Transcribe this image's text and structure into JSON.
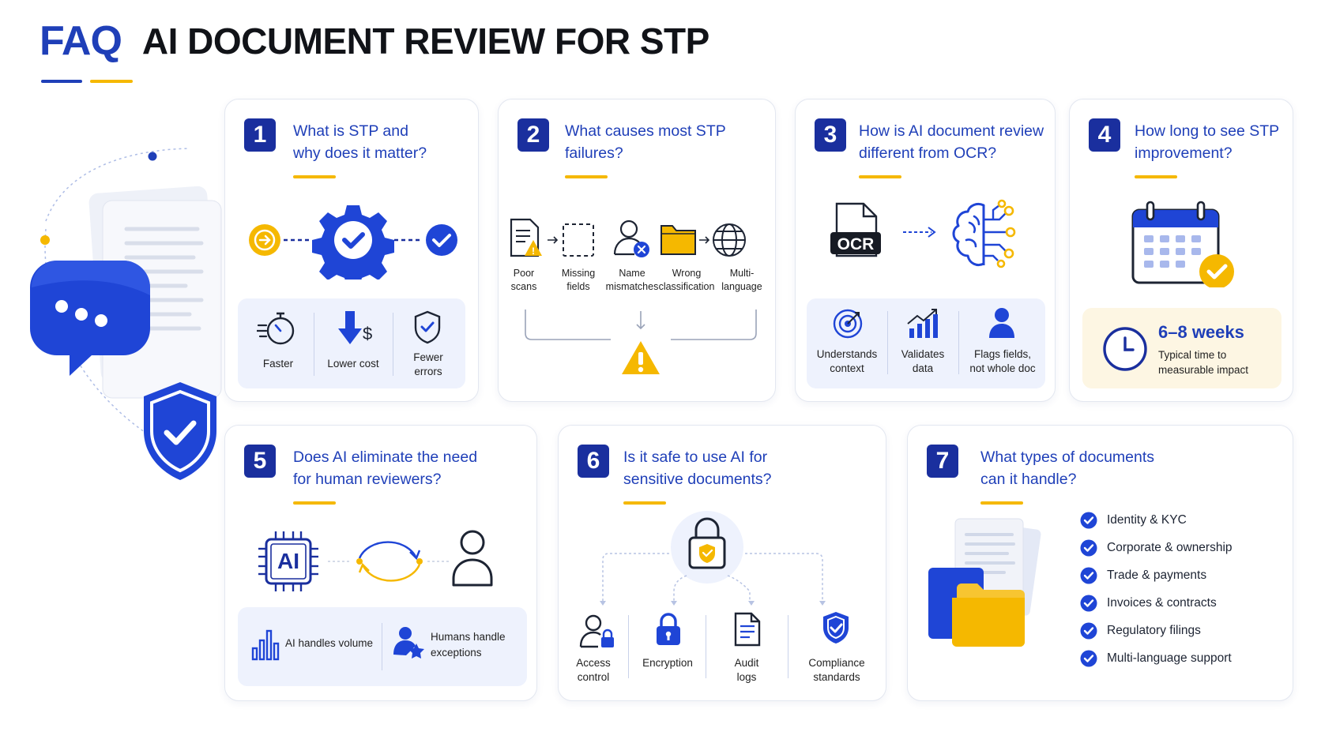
{
  "header": {
    "faq": "FAQ",
    "title": "AI DOCUMENT REVIEW FOR STP"
  },
  "colors": {
    "primary_blue": "#1f3fb8",
    "accent_yellow": "#f5b800",
    "panel_bg": "#eef2fd"
  },
  "cards": [
    {
      "number": "1",
      "question_line1": "What is STP and",
      "question_line2": "why does it matter?",
      "benefits": [
        "Faster",
        "Lower cost",
        "Fewer errors"
      ]
    },
    {
      "number": "2",
      "question_line1": "What causes most STP",
      "question_line2": "failures?",
      "causes": [
        [
          "Poor",
          "scans"
        ],
        [
          "Missing",
          "fields"
        ],
        [
          "Name",
          "mismatches"
        ],
        [
          "Wrong",
          "classification"
        ],
        [
          "Multi-",
          "language"
        ]
      ]
    },
    {
      "number": "3",
      "question_line1": "How is AI document review",
      "question_line2": "different from OCR?",
      "ocr_label": "OCR",
      "features": [
        [
          "Understands",
          "context"
        ],
        [
          "Validates",
          "data"
        ],
        [
          "Flags fields,",
          "not whole doc"
        ]
      ]
    },
    {
      "number": "4",
      "question_line1": "How long to see STP",
      "question_line2": "improvement?",
      "timeframe": "6–8 weeks",
      "timeframe_note1": "Typical time to",
      "timeframe_note2": "measurable impact"
    },
    {
      "number": "5",
      "question_line1": "Does AI eliminate the need",
      "question_line2": "for human reviewers?",
      "ai_chip_label": "AI",
      "roles": [
        [
          "AI handles volume"
        ],
        [
          "Humans handle",
          "exceptions"
        ]
      ]
    },
    {
      "number": "6",
      "question_line1": "Is it safe to use AI for",
      "question_line2": "sensitive documents?",
      "controls": [
        [
          "Access",
          "control"
        ],
        [
          "Encryption"
        ],
        [
          "Audit",
          "logs"
        ],
        [
          "Compliance",
          "standards"
        ]
      ]
    },
    {
      "number": "7",
      "question_line1": "What types of documents",
      "question_line2": "can it handle?",
      "doc_types": [
        "Identity & KYC",
        "Corporate & ownership",
        "Trade & payments",
        "Invoices & contracts",
        "Regulatory filings",
        "Multi-language support"
      ]
    }
  ]
}
